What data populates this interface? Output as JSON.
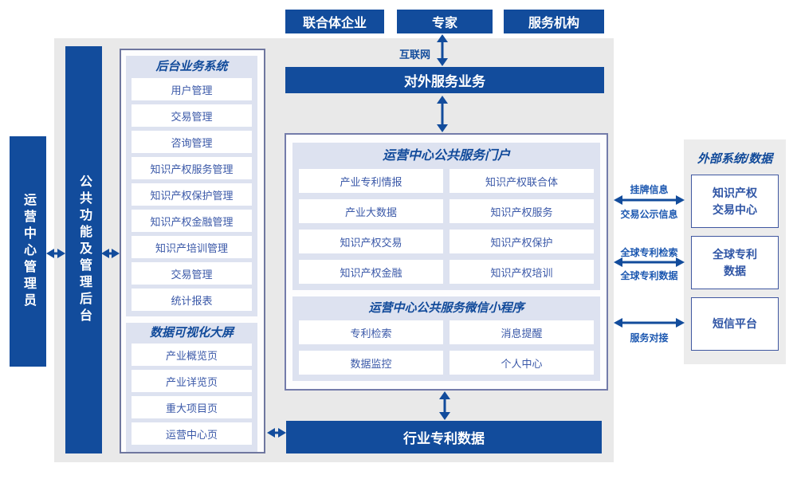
{
  "actors": {
    "consortium": "联合体企业",
    "expert": "专家",
    "agency": "服务机构"
  },
  "network": {
    "internet": "互联网"
  },
  "bars": {
    "external_service": "对外服务业务",
    "industry_patent_data": "行业专利数据",
    "admin": "运营中心管理员",
    "backend_admin": "公共功能及管理后台"
  },
  "backend_system": {
    "title": "后台业务系统",
    "items": [
      "用户管理",
      "交易管理",
      "咨询管理",
      "知识产权服务管理",
      "知识产权保护管理",
      "知识产权金融管理",
      "知识产培训管理",
      "交易管理",
      "统计报表"
    ]
  },
  "dashboard": {
    "title": "数据可视化大屏",
    "items": [
      "产业概览页",
      "产业详览页",
      "重大项目页",
      "运营中心页"
    ]
  },
  "portal": {
    "title": "运营中心公共服务门户",
    "items": [
      "产业专利情报",
      "知识产权联合体",
      "产业大数据",
      "知识产权服务",
      "知识产权交易",
      "知识产权保护",
      "知识产权金融",
      "知识产权培训"
    ]
  },
  "miniprogram": {
    "title": "运营中心公共服务微信小程序",
    "items": [
      "专利检索",
      "消息提醒",
      "数据监控",
      "个人中心"
    ]
  },
  "external": {
    "title": "外部系统/数据",
    "systems": [
      "知识产权\n交易中心",
      "全球专利\n数据",
      "短信平台"
    ]
  },
  "links": {
    "listing_info": "挂牌信息",
    "trade_notice": "交易公示信息",
    "global_patent_search": "全球专利检索",
    "global_patent_data": "全球专利数据",
    "service_integration": "服务对接"
  },
  "colors": {
    "primary_blue": "#124c9c",
    "panel_lavender": "#dde2f0",
    "background_gray": "#e9e9e9",
    "item_text_blue": "#3a58a8",
    "link_text_blue": "#1b57b0"
  }
}
